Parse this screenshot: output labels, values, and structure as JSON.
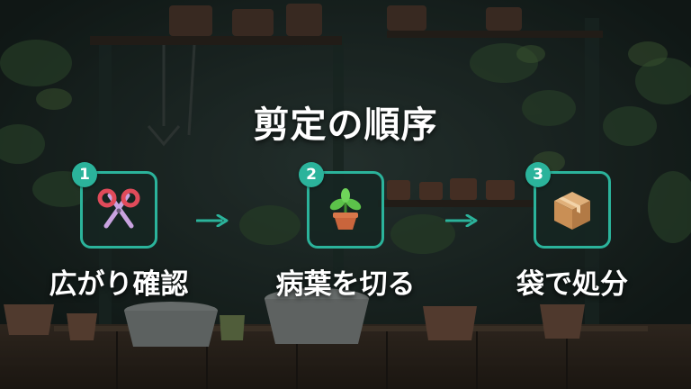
{
  "title": "剪定の順序",
  "steps": [
    {
      "number": "1",
      "label": "広がり確認",
      "icon": "scissors-icon"
    },
    {
      "number": "2",
      "label": "病葉を切る",
      "icon": "potted-plant-icon"
    },
    {
      "number": "3",
      "label": "袋で処分",
      "icon": "cardboard-box-icon"
    }
  ],
  "colors": {
    "accent": "#2bb39b",
    "text": "#ffffff",
    "background": "#1a2320"
  }
}
